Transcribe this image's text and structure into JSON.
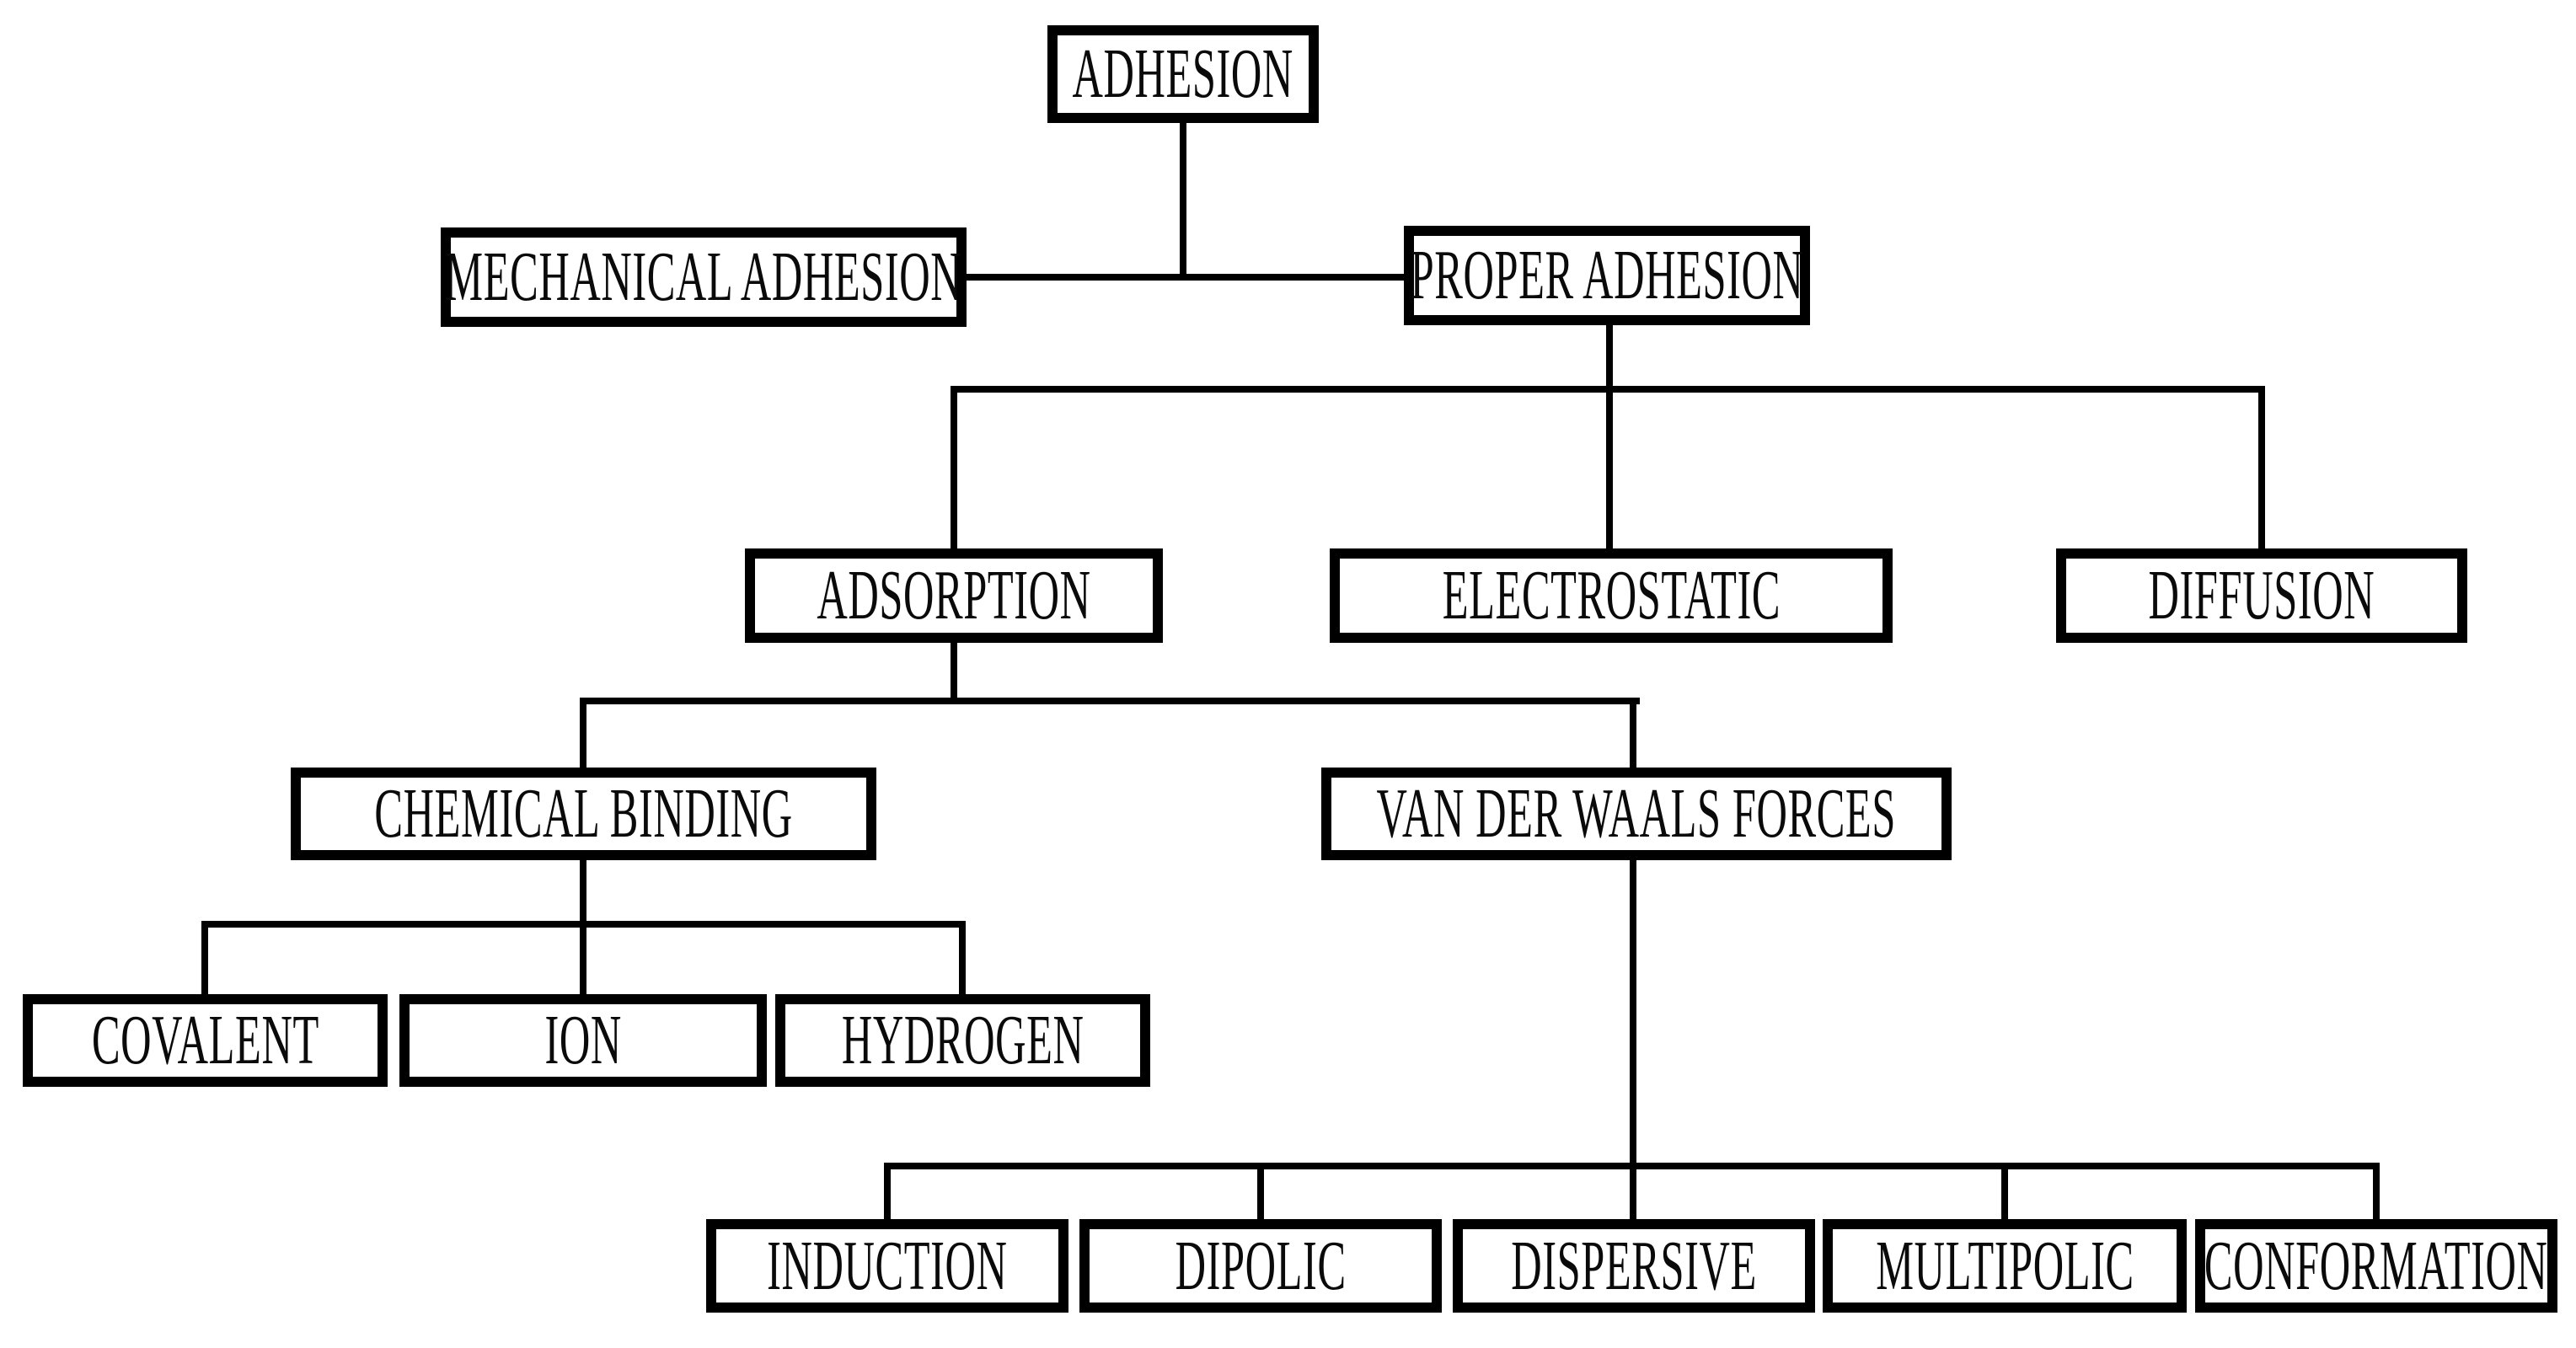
{
  "diagram": {
    "type": "tree-flowchart",
    "colors": {
      "background": "#ffffff",
      "box_fill": "#ffffff",
      "box_border": "#000000",
      "connector": "#000000",
      "text": "#0a0a0a"
    },
    "nodes": {
      "adhesion": {
        "label": "ADHESION"
      },
      "mechanical": {
        "label": "MECHANICAL ADHESION"
      },
      "proper": {
        "label": "PROPER ADHESION"
      },
      "adsorption": {
        "label": "ADSORPTION"
      },
      "electrostatic": {
        "label": "ELECTROSTATIC"
      },
      "diffusion": {
        "label": "DIFFUSION"
      },
      "chembind": {
        "label": "CHEMICAL BINDING"
      },
      "vdw": {
        "label": "VAN DER WAALS FORCES"
      },
      "covalent": {
        "label": "COVALENT"
      },
      "ion": {
        "label": "ION"
      },
      "hydrogen": {
        "label": "HYDROGEN"
      },
      "induction": {
        "label": "INDUCTION"
      },
      "dipolic": {
        "label": "DIPOLIC"
      },
      "dispersive": {
        "label": "DISPERSIVE"
      },
      "multipolic": {
        "label": "MULTIPOLIC"
      },
      "conformation": {
        "label": "CONFORMATION"
      }
    },
    "edges": [
      {
        "from": "ADHESION",
        "to": "MECHANICAL ADHESION"
      },
      {
        "from": "ADHESION",
        "to": "PROPER ADHESION"
      },
      {
        "from": "PROPER ADHESION",
        "to": "ADSORPTION"
      },
      {
        "from": "PROPER ADHESION",
        "to": "ELECTROSTATIC"
      },
      {
        "from": "PROPER ADHESION",
        "to": "DIFFUSION"
      },
      {
        "from": "ADSORPTION",
        "to": "CHEMICAL BINDING"
      },
      {
        "from": "ADSORPTION",
        "to": "VAN DER WAALS FORCES"
      },
      {
        "from": "CHEMICAL BINDING",
        "to": "COVALENT"
      },
      {
        "from": "CHEMICAL BINDING",
        "to": "ION"
      },
      {
        "from": "CHEMICAL BINDING",
        "to": "HYDROGEN"
      },
      {
        "from": "VAN DER WAALS FORCES",
        "to": "INDUCTION"
      },
      {
        "from": "VAN DER WAALS FORCES",
        "to": "DIPOLIC"
      },
      {
        "from": "VAN DER WAALS FORCES",
        "to": "DISPERSIVE"
      },
      {
        "from": "VAN DER WAALS FORCES",
        "to": "MULTIPOLIC"
      },
      {
        "from": "VAN DER WAALS FORCES",
        "to": "CONFORMATION"
      }
    ]
  }
}
